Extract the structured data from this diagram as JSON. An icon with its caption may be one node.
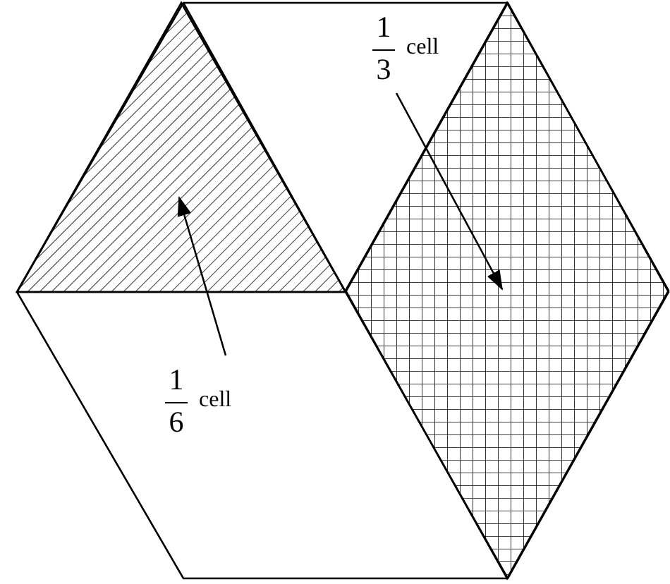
{
  "diagram": {
    "nodes": [
      {
        "text": [
          "1",
          "3",
          "cell"
        ]
      },
      {
        "text": [],
        "shape": "diamond"
      },
      {
        "text": [],
        "shape": "triangle"
      },
      {
        "text": [
          "1",
          "6",
          "cell"
        ]
      }
    ],
    "edges": [
      {
        "from": 0,
        "to": 1,
        "arrow": "to"
      },
      {
        "from": 3,
        "to": 2,
        "arrow": "to"
      }
    ]
  }
}
